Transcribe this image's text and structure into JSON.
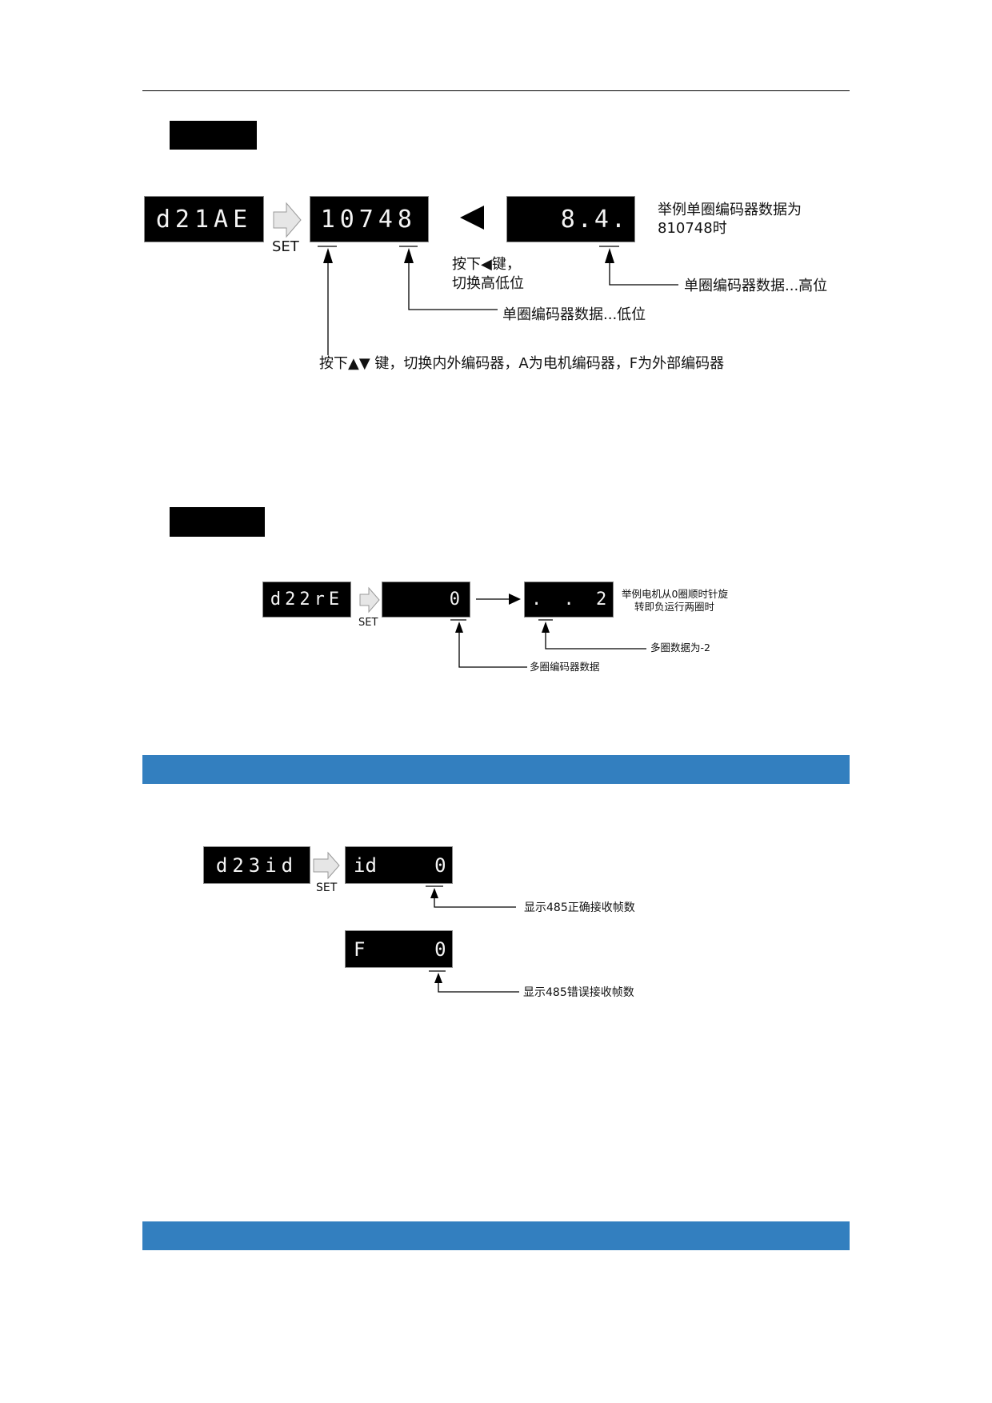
{
  "colors": {
    "section_bar": "#337fbf",
    "display_bg": "#000000",
    "display_text": "#f4f4f4"
  },
  "figure1": {
    "menu_display": "d21AE",
    "set_label": "SET",
    "low_display": "10748",
    "high_display": "8.4.",
    "left_key_icon": "triangle-left",
    "example_line1": "举例单圈编码器数据为",
    "example_line2": "810748时",
    "press_left_line1": "按下◀键，",
    "press_left_line2": "切换高低位",
    "low_label": "单圈编码器数据...低位",
    "high_label": "单圈编码器数据...高位",
    "updown_note": "按下▲▼ 键，切换内外编码器，A为电机编码器，F为外部编码器"
  },
  "figure2": {
    "menu_display": "d22rE",
    "set_label": "SET",
    "value_display": "0",
    "value_display2": ". .     2",
    "example_line1": "举例电机从0圈顺时针旋",
    "example_line2": "转即负运行两圈时",
    "multi_label": "多圈编码器数据",
    "neg_label": "多圈数据为-2"
  },
  "figure3": {
    "menu_display": "d23id",
    "set_label": "SET",
    "ok_display": "id     0",
    "err_display": "F      0",
    "ok_label": "显示485正确接收帧数",
    "err_label": "显示485错误接收帧数"
  }
}
